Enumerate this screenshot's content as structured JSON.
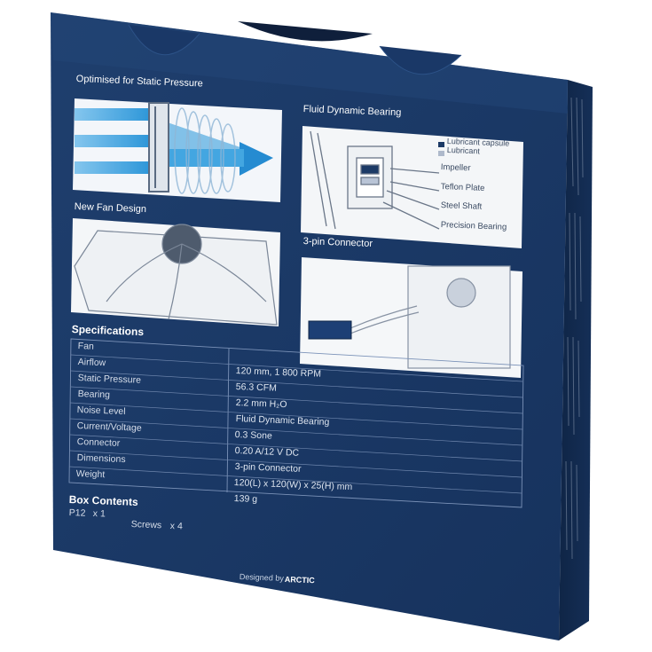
{
  "box": {
    "colors": {
      "front": "#1c3a66",
      "front_dark": "#16305a",
      "side": "#0f2547",
      "lid": "#244878",
      "spec_lines": "#6e86ad"
    },
    "sections": {
      "static_pressure": "Optimised for Static Pressure",
      "fluid_bearing": "Fluid Dynamic Bearing",
      "new_fan": "New Fan Design",
      "connector": "3-pin Connector"
    },
    "bearing_legend": {
      "capsule": "Lubricant capsule",
      "lubricant": "Lubricant",
      "impeller": "Impeller",
      "teflon": "Teflon Plate",
      "shaft": "Steel Shaft",
      "precision": "Precision Bearing"
    },
    "specifications": {
      "title": "Specifications",
      "labels": [
        "Fan",
        "Airflow",
        "Static Pressure",
        "Bearing",
        "Noise Level",
        "Current/Voltage",
        "Connector",
        "Dimensions",
        "Weight"
      ],
      "values": [
        "120 mm, 1 800 RPM",
        "56.3 CFM",
        "2.2 mm H₂O",
        "Fluid Dynamic Bearing",
        "0.3 Sone",
        "0.20 A/12 V DC",
        "3-pin Connector",
        "120(L) x 120(W) x 25(H) mm",
        "139 g"
      ]
    },
    "box_contents": {
      "title": "Box Contents",
      "item1_name": "P12",
      "item1_qty": "x 1",
      "item2_name": "Screws",
      "item2_qty": "x 4"
    },
    "footer": {
      "designed_by": "Designed by",
      "brand": "ARCTIC"
    }
  }
}
